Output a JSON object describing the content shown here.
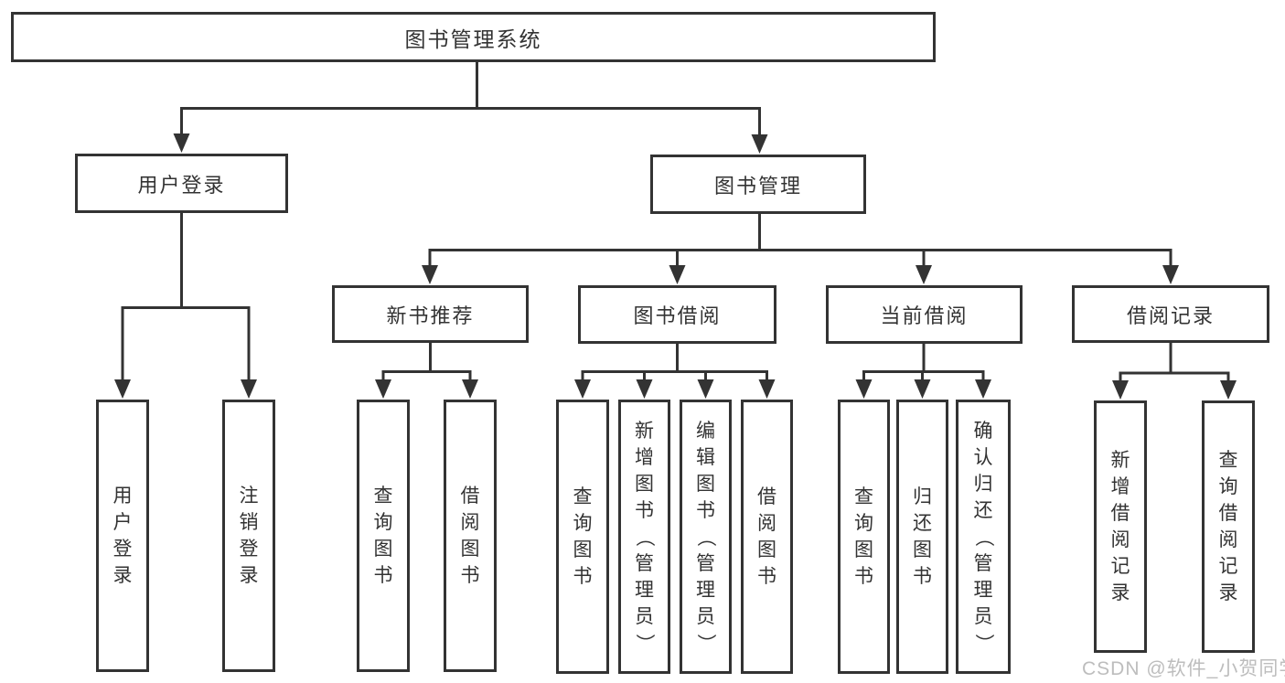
{
  "diagram_type": "hierarchy",
  "colors": {
    "line": "#333333",
    "text": "#333333",
    "box_background": "#ffffff",
    "watermark": "#bdbdbd"
  },
  "tree": {
    "label": "图书管理系统",
    "children": [
      {
        "label": "用户登录",
        "children": [
          {
            "label": "用户登录"
          },
          {
            "label": "注销登录"
          }
        ]
      },
      {
        "label": "图书管理",
        "children": [
          {
            "label": "新书推荐",
            "children": [
              {
                "label": "查询图书"
              },
              {
                "label": "借阅图书"
              }
            ]
          },
          {
            "label": "图书借阅",
            "children": [
              {
                "label": "查询图书"
              },
              {
                "label": "新增图书（管理员）"
              },
              {
                "label": "编辑图书（管理员）"
              },
              {
                "label": "借阅图书"
              }
            ]
          },
          {
            "label": "当前借阅",
            "children": [
              {
                "label": "查询图书"
              },
              {
                "label": "归还图书"
              },
              {
                "label": "确认归还（管理员）"
              }
            ]
          },
          {
            "label": "借阅记录",
            "children": [
              {
                "label": "新增借阅记录"
              },
              {
                "label": "查询借阅记录"
              }
            ]
          }
        ]
      }
    ]
  },
  "watermark": {
    "text": "CSDN @软件_小贺同学"
  }
}
